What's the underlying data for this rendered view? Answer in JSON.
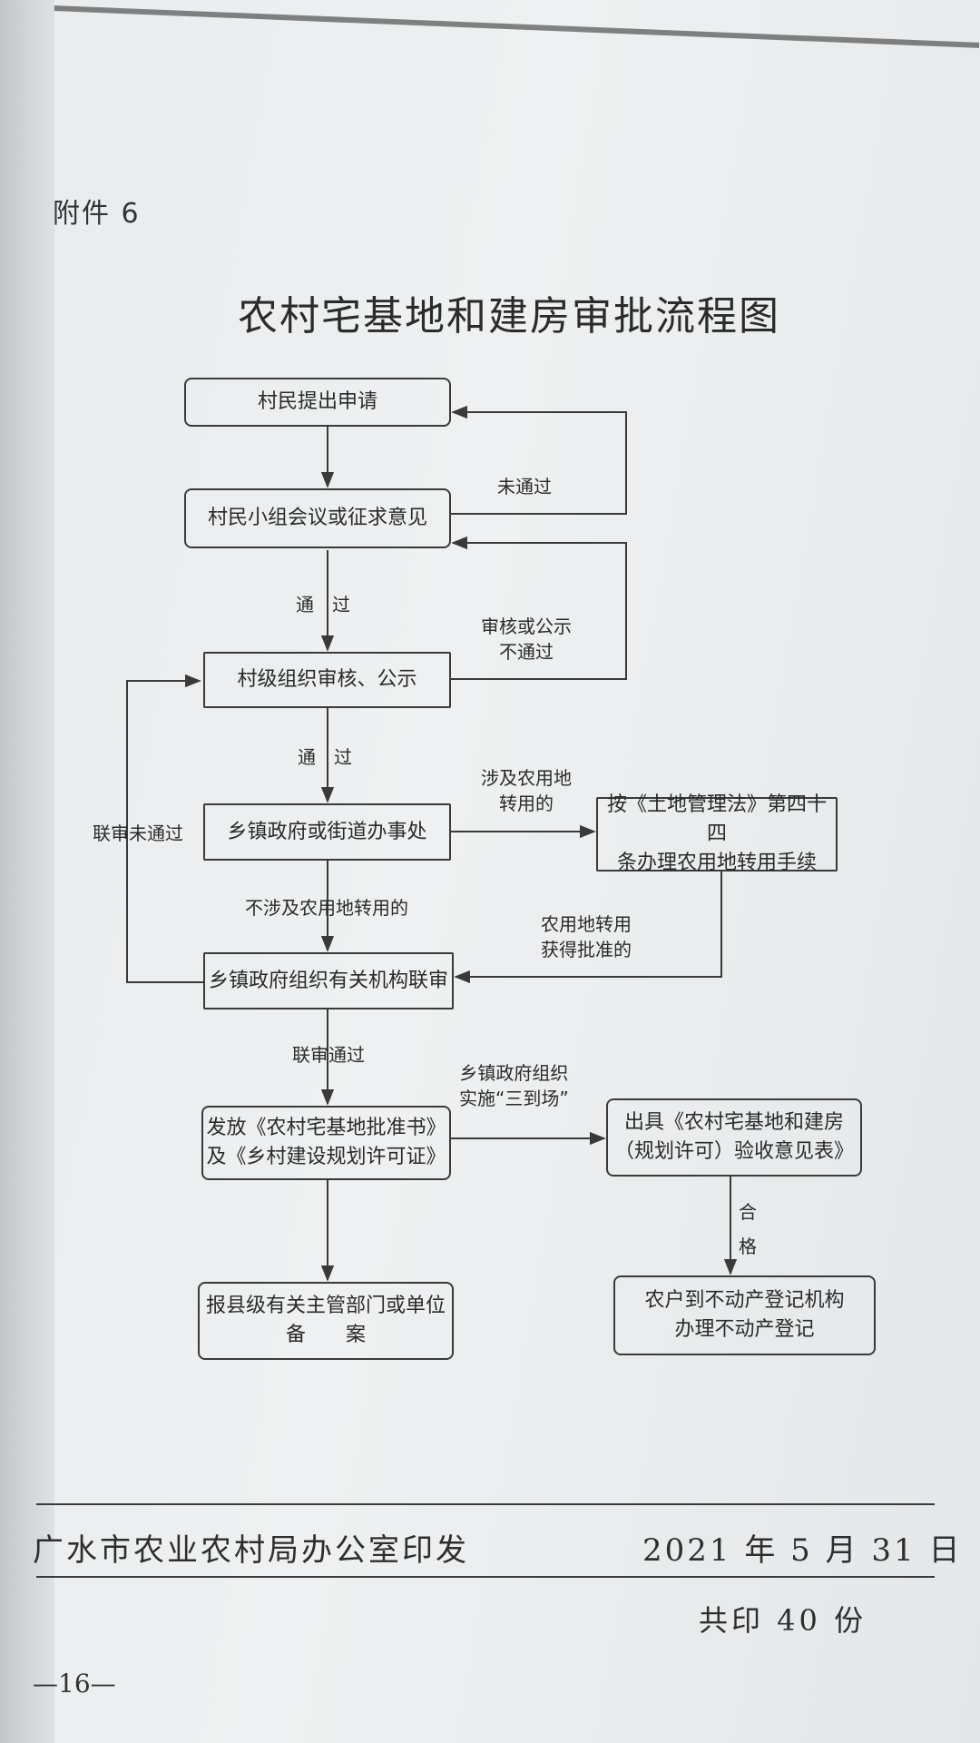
{
  "attachment_label": "附件 6",
  "title": "农村宅基地和建房审批流程图",
  "nodes": {
    "apply": [
      "村民提出申请"
    ],
    "group_meeting": [
      "村民小组会议或征求意见"
    ],
    "village_review": [
      "村级组织审核、公示"
    ],
    "township_office": [
      "乡镇政府或街道办事处"
    ],
    "land_law": [
      "按《土地管理法》第四十四",
      "条办理农用地转用手续"
    ],
    "joint_review": [
      "乡镇政府组织有关机构联审"
    ],
    "issue_permits": [
      "发放《农村宅基地批准书》",
      "及《乡村建设规划许可证》"
    ],
    "inspection_form": [
      "出具《农村宅基地和建房",
      "（规划许可）验收意见表》"
    ],
    "county_filing": [
      "报县级有关主管部门或单位",
      "备　　案"
    ],
    "registration": [
      "农户到不动产登记机构",
      "办理不动产登记"
    ]
  },
  "edge_labels": {
    "not_passed": "未通过",
    "passed_1": "通　过",
    "review_or_publicity_failed": [
      "审核或公示",
      "不通过"
    ],
    "passed_2": "通　过",
    "involves_conversion": [
      "涉及农用地",
      "转用的"
    ],
    "joint_review_failed": "联审未通过",
    "not_involves_conversion": "不涉及农用地转用的",
    "conversion_approved": [
      "农用地转用",
      "获得批准的"
    ],
    "joint_review_passed": "联审通过",
    "three_on_site": [
      "乡镇政府组织",
      "实施“三到场”"
    ],
    "qualified": [
      "合",
      "格"
    ]
  },
  "footer": {
    "issuer": "广水市农业农村局办公室印发",
    "date": "2021 年 5 月 31 日",
    "copies": "共印 40 份",
    "page_number": "—16—"
  }
}
